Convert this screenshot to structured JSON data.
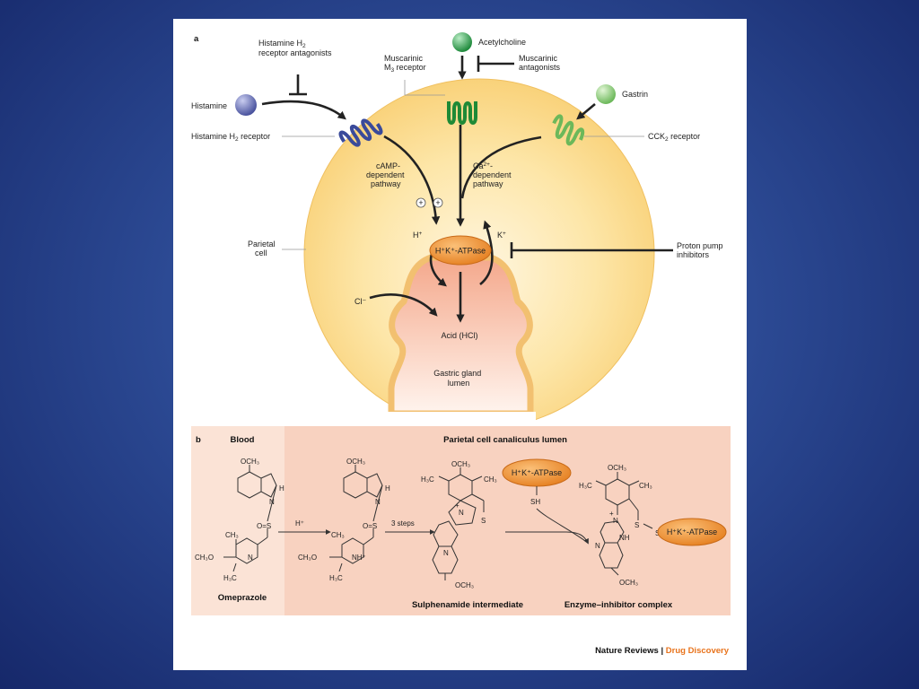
{
  "colors": {
    "cell": "#fbd989",
    "cell_edge": "#f0c060",
    "pump": "#f09030",
    "histamine": "#5560a8",
    "acetylcholine": "#2e9e4a",
    "gastrin": "#84c46c",
    "panel_b": "#f8d2c0",
    "panel_b_blood": "#fbe3d6"
  },
  "panel_a": {
    "letter": "a",
    "h2_antagonists": [
      "Histamine H",
      "2",
      "receptor antagonists"
    ],
    "histamine": "Histamine",
    "h2_receptor": [
      "Histamine H",
      "2",
      " receptor"
    ],
    "muscarinic_receptor": [
      "Muscarinic",
      "M",
      "3",
      " receptor"
    ],
    "acetylcholine": "Acetylcholine",
    "muscarinic_antagonists": [
      "Muscarinic",
      "antagonists"
    ],
    "gastrin": "Gastrin",
    "cck_receptor": [
      "CCK",
      "2",
      " receptor"
    ],
    "camp_pathway": [
      "cAMP-",
      "dependent",
      "pathway"
    ],
    "ca_pathway": [
      "Ca",
      "2+",
      "-",
      "dependent",
      "pathway"
    ],
    "plus": "+",
    "h_plus": "H",
    "k_plus": "K",
    "pump_label": "H⁺K⁺-ATPase",
    "parietal_cell": [
      "Parietal",
      "cell"
    ],
    "ppi": [
      "Proton pump",
      "inhibitors"
    ],
    "cl_minus": "Cl⁻",
    "acid": "Acid (HCl)",
    "lumen": [
      "Gastric gland",
      "lumen"
    ]
  },
  "panel_b": {
    "letter": "b",
    "blood": "Blood",
    "canaliculus": "Parietal cell canaliculus lumen",
    "omeprazole": "Omeprazole",
    "sulphenamide": "Sulphenamide intermediate",
    "complex": "Enzyme–inhibitor complex",
    "step_h": "H⁺",
    "step_3": "3 steps",
    "pump_label": "H⁺K⁺-ATPase",
    "atoms": {
      "och3": "OCH₃",
      "n": "N",
      "h": "H",
      "nh": "NH",
      "nh_plus": "NH⁺",
      "s": "S",
      "os": "O=S",
      "ch3": "CH₃",
      "h3co": "CH₃O",
      "h3c": "H₃C",
      "sh": "SH",
      "plus": "+"
    }
  },
  "footer": {
    "journal": "Nature Reviews",
    "sep": " | ",
    "section": "Drug Discovery"
  }
}
